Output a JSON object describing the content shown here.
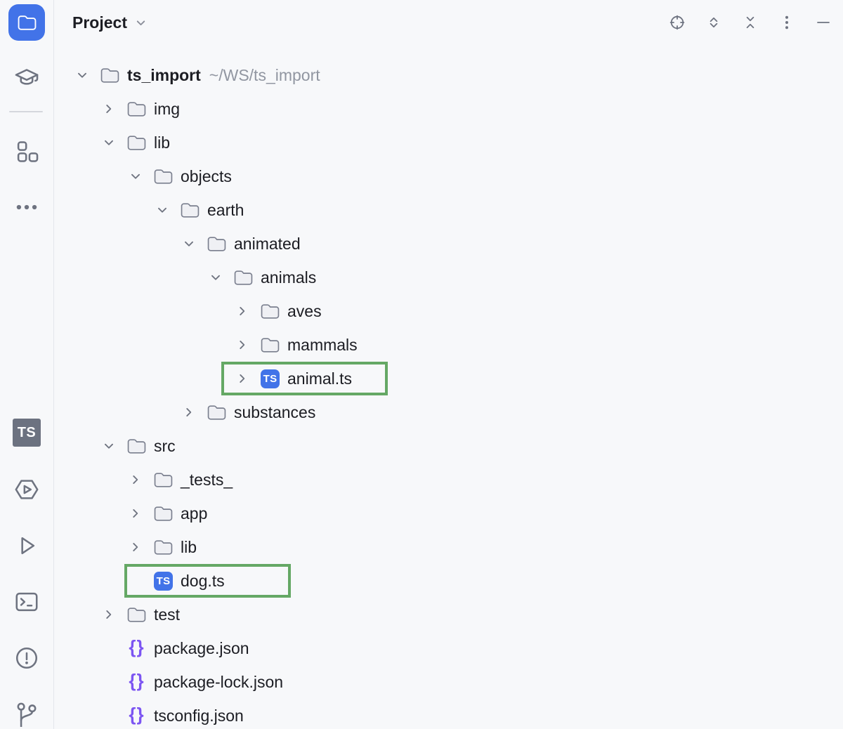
{
  "colors": {
    "accent_blue": "#4273E8",
    "highlight_green": "#65A865",
    "json_purple": "#7C55F2",
    "icon_gray": "#6E7380",
    "text": "#1C1D23",
    "muted_text": "#9196A1",
    "panel_bg": "#F7F8FA"
  },
  "stripe": {
    "ts_badge": "TS",
    "items": [
      {
        "name": "project-tool-button",
        "icon": "folder-icon",
        "active": true
      },
      {
        "name": "learn-button",
        "icon": "graduation-cap-icon"
      },
      {
        "name": "structure-button",
        "icon": "components-icon"
      },
      {
        "name": "more-tool-windows-button",
        "icon": "ellipsis-icon"
      },
      {
        "name": "typescript-tool-button",
        "icon": "typescript-badge-icon"
      },
      {
        "name": "services-button",
        "icon": "hexagon-play-icon"
      },
      {
        "name": "run-button",
        "icon": "play-icon"
      },
      {
        "name": "terminal-button",
        "icon": "terminal-icon"
      },
      {
        "name": "problems-button",
        "icon": "exclamation-circle-icon"
      },
      {
        "name": "version-control-button",
        "icon": "git-branch-icon"
      }
    ]
  },
  "header": {
    "title": "Project",
    "toolbar": [
      {
        "name": "locate-file-button",
        "icon": "target-icon"
      },
      {
        "name": "expand-all-button",
        "icon": "expand-chevrons-icon"
      },
      {
        "name": "collapse-all-button",
        "icon": "collapse-chevrons-icon"
      },
      {
        "name": "more-options-button",
        "icon": "kebab-menu-icon"
      },
      {
        "name": "hide-button",
        "icon": "minimize-icon"
      }
    ]
  },
  "badges": {
    "ts": "TS",
    "json": "{}"
  },
  "tree": {
    "rows": [
      {
        "label": "ts_import",
        "suffix": "~/WS/ts_import",
        "level": 0,
        "chevron": "expanded",
        "icon": "folder",
        "bold": true
      },
      {
        "label": "img",
        "level": 1,
        "chevron": "collapsed",
        "icon": "folder"
      },
      {
        "label": "lib",
        "level": 1,
        "chevron": "expanded",
        "icon": "folder"
      },
      {
        "label": "objects",
        "level": 2,
        "chevron": "expanded",
        "icon": "folder"
      },
      {
        "label": "earth",
        "level": 3,
        "chevron": "expanded",
        "icon": "folder"
      },
      {
        "label": "animated",
        "level": 4,
        "chevron": "expanded",
        "icon": "folder"
      },
      {
        "label": "animals",
        "level": 5,
        "chevron": "expanded",
        "icon": "folder"
      },
      {
        "label": "aves",
        "level": 6,
        "chevron": "collapsed",
        "icon": "folder"
      },
      {
        "label": "mammals",
        "level": 6,
        "chevron": "collapsed",
        "icon": "folder"
      },
      {
        "label": "animal.ts",
        "level": 6,
        "chevron": "collapsed",
        "icon": "typescript",
        "highlighted": true
      },
      {
        "label": "substances",
        "level": 4,
        "chevron": "collapsed",
        "icon": "folder"
      },
      {
        "label": "src",
        "level": 1,
        "chevron": "expanded",
        "icon": "folder"
      },
      {
        "label": "_tests_",
        "level": 2,
        "chevron": "collapsed",
        "icon": "folder"
      },
      {
        "label": "app",
        "level": 2,
        "chevron": "collapsed",
        "icon": "folder"
      },
      {
        "label": "lib",
        "level": 2,
        "chevron": "collapsed",
        "icon": "folder"
      },
      {
        "label": "dog.ts",
        "level": 2,
        "chevron": "none",
        "icon": "typescript",
        "highlighted": true
      },
      {
        "label": "test",
        "level": 1,
        "chevron": "collapsed",
        "icon": "folder"
      },
      {
        "label": "package.json",
        "level": 1,
        "chevron": "none",
        "icon": "json"
      },
      {
        "label": "package-lock.json",
        "level": 1,
        "chevron": "none",
        "icon": "json"
      },
      {
        "label": "tsconfig.json",
        "level": 1,
        "chevron": "none",
        "icon": "json"
      }
    ]
  }
}
